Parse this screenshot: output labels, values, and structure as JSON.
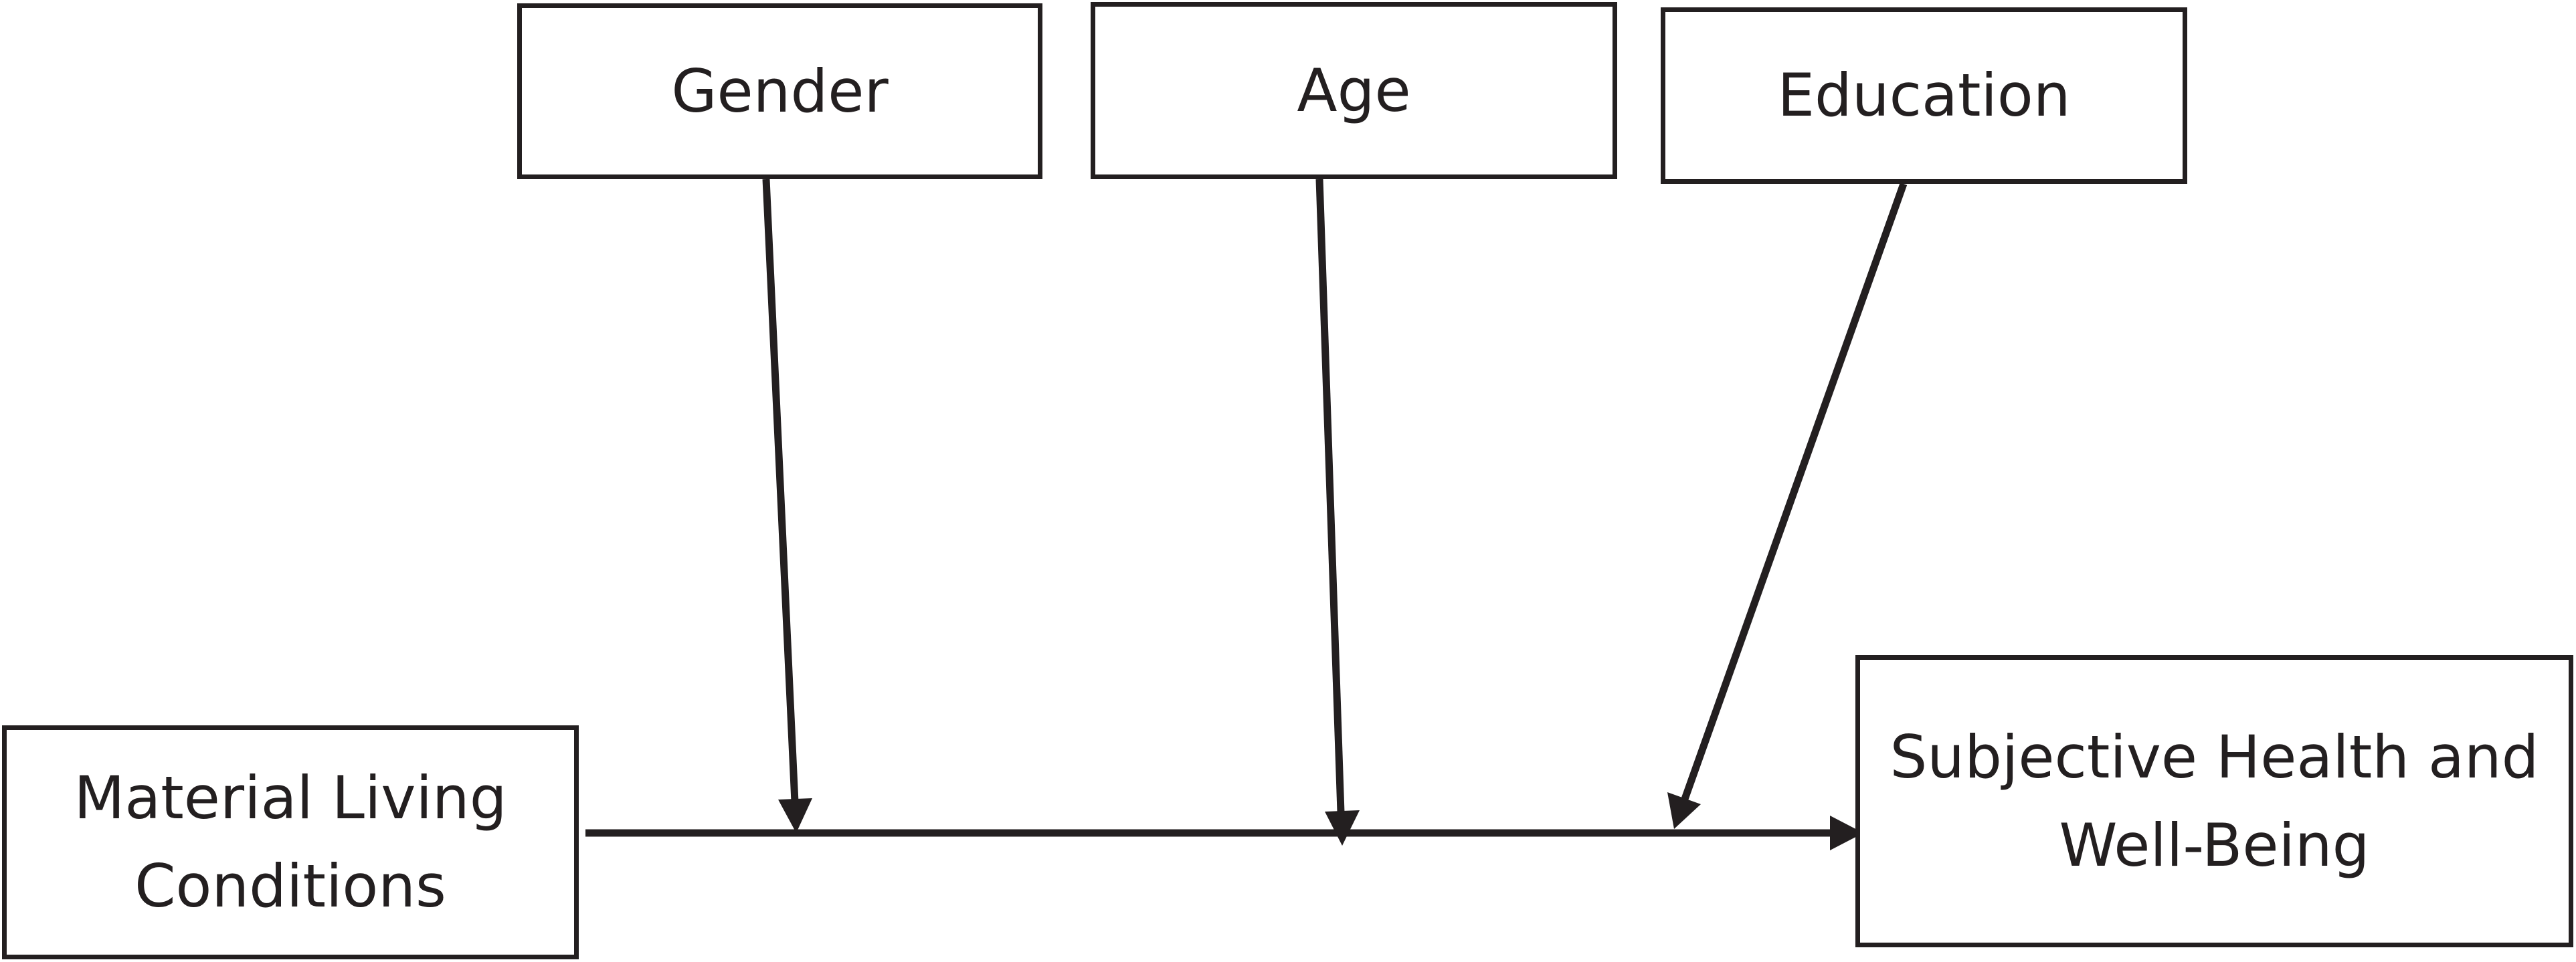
{
  "diagram": {
    "nodes": {
      "gender": "Gender",
      "age": "Age",
      "education": "Education",
      "predictor": "Material Living\nConditions",
      "outcome": "Subjective Health and\nWell-Being"
    },
    "edges": [
      {
        "from": "predictor",
        "to": "outcome",
        "type": "main-path"
      },
      {
        "from": "gender",
        "to": "main-path",
        "type": "moderation"
      },
      {
        "from": "age",
        "to": "main-path",
        "type": "moderation"
      },
      {
        "from": "education",
        "to": "main-path",
        "type": "moderation"
      }
    ],
    "colors": {
      "stroke": "#231f20",
      "text": "#231f20",
      "background": "#ffffff"
    }
  }
}
